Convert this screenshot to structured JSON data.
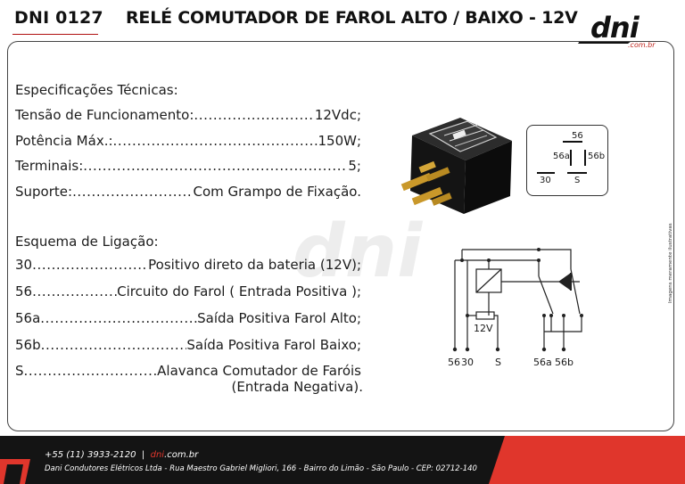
{
  "header": {
    "code": "DNI 0127",
    "title": "RELÉ COMUTADOR DE FAROL ALTO / BAIXO - 12V",
    "logo_sub": ".com.br"
  },
  "specs": {
    "heading": "Especificações Técnicas:",
    "items": [
      {
        "key": "Tensão de Funcionamento:",
        "value": "12Vdc;"
      },
      {
        "key": "Potência Máx.:",
        "value": "150W;"
      },
      {
        "key": "Terminais:",
        "value": "5;"
      },
      {
        "key": "Suporte:",
        "value": "Com Grampo de Fixação."
      }
    ]
  },
  "wiring": {
    "heading": "Esquema de Ligação:",
    "items": [
      {
        "key": "30",
        "value": "Positivo direto da bateria (12V);"
      },
      {
        "key": "56",
        "value": "Circuito do Farol ( Entrada Positiva );"
      },
      {
        "key": "56a",
        "value": "Saída Positiva Farol Alto;"
      },
      {
        "key": "56b",
        "value": "Saída Positiva Farol Baixo;"
      },
      {
        "key": "S",
        "value": "Alavanca Comutador de Faróis"
      }
    ],
    "continuation": "(Entrada Negativa)."
  },
  "terminal_diagram": {
    "labels": [
      "56",
      "56a",
      "56b",
      "30",
      "S"
    ]
  },
  "schematic": {
    "voltage": "12V",
    "labels": [
      "56",
      "30",
      "S",
      "56a",
      "56b"
    ]
  },
  "side_note": "Imagens meramente ilustrativas",
  "footer": {
    "phone": "+55 (11) 3933-2120",
    "separator": "|",
    "site_red": "dni",
    "site_rest": ".com.br",
    "address": "Dani Condutores Elétricos Ltda - Rua Maestro Gabriel Migliori, 166 - Bairro do Limão - São Paulo - CEP: 02712-140"
  },
  "colors": {
    "brand_red": "#e0362c",
    "footer_bg": "#141414",
    "text": "#1a1a1a"
  }
}
